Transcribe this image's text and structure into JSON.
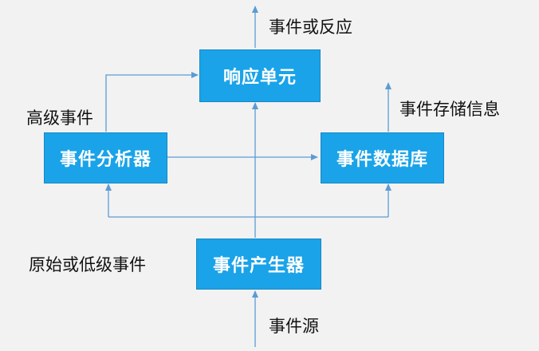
{
  "diagram": {
    "boxes": {
      "response": "响应单元",
      "analyzer": "事件分析器",
      "database": "事件数据库",
      "generator": "事件产生器"
    },
    "labels": {
      "event_or_response": "事件或反应",
      "high_level_event": "高级事件",
      "event_storage_info": "事件存储信息",
      "raw_or_low_level_event": "原始或低级事件",
      "event_source": "事件源"
    },
    "colors": {
      "box_fill": "#1aa3e8",
      "arrow": "#5b9bd5",
      "background": "#f2f2f2"
    }
  }
}
